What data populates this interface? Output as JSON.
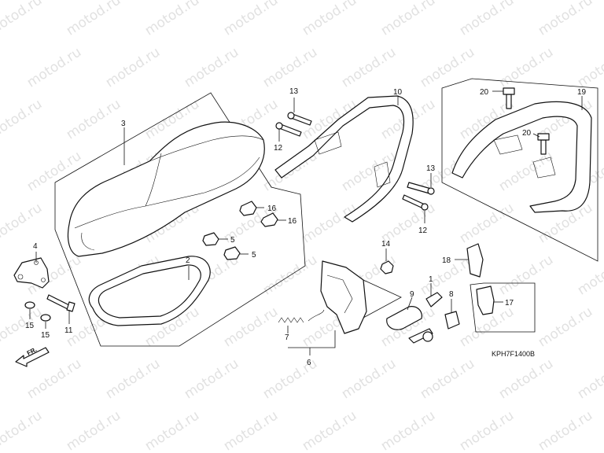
{
  "watermark": "motod.ru",
  "diagram_code": "KPH7F1400B",
  "direction_label": "FR.",
  "callouts": [
    {
      "id": "c3",
      "label": "3"
    },
    {
      "id": "c4",
      "label": "4"
    },
    {
      "id": "c2",
      "label": "2"
    },
    {
      "id": "c15a",
      "label": "15"
    },
    {
      "id": "c15b",
      "label": "15"
    },
    {
      "id": "c11",
      "label": "11"
    },
    {
      "id": "c16a",
      "label": "16"
    },
    {
      "id": "c16b",
      "label": "16"
    },
    {
      "id": "c5a",
      "label": "5"
    },
    {
      "id": "c5b",
      "label": "5"
    },
    {
      "id": "c13a",
      "label": "13"
    },
    {
      "id": "c12a",
      "label": "12"
    },
    {
      "id": "c10",
      "label": "10"
    },
    {
      "id": "c13b",
      "label": "13"
    },
    {
      "id": "c12b",
      "label": "12"
    },
    {
      "id": "c20a",
      "label": "20"
    },
    {
      "id": "c19",
      "label": "19"
    },
    {
      "id": "c20b",
      "label": "20"
    },
    {
      "id": "c14",
      "label": "14"
    },
    {
      "id": "c18",
      "label": "18"
    },
    {
      "id": "c1",
      "label": "1"
    },
    {
      "id": "c9",
      "label": "9"
    },
    {
      "id": "c8",
      "label": "8"
    },
    {
      "id": "c17",
      "label": "17"
    },
    {
      "id": "c7",
      "label": "7"
    },
    {
      "id": "c6",
      "label": "6"
    }
  ]
}
